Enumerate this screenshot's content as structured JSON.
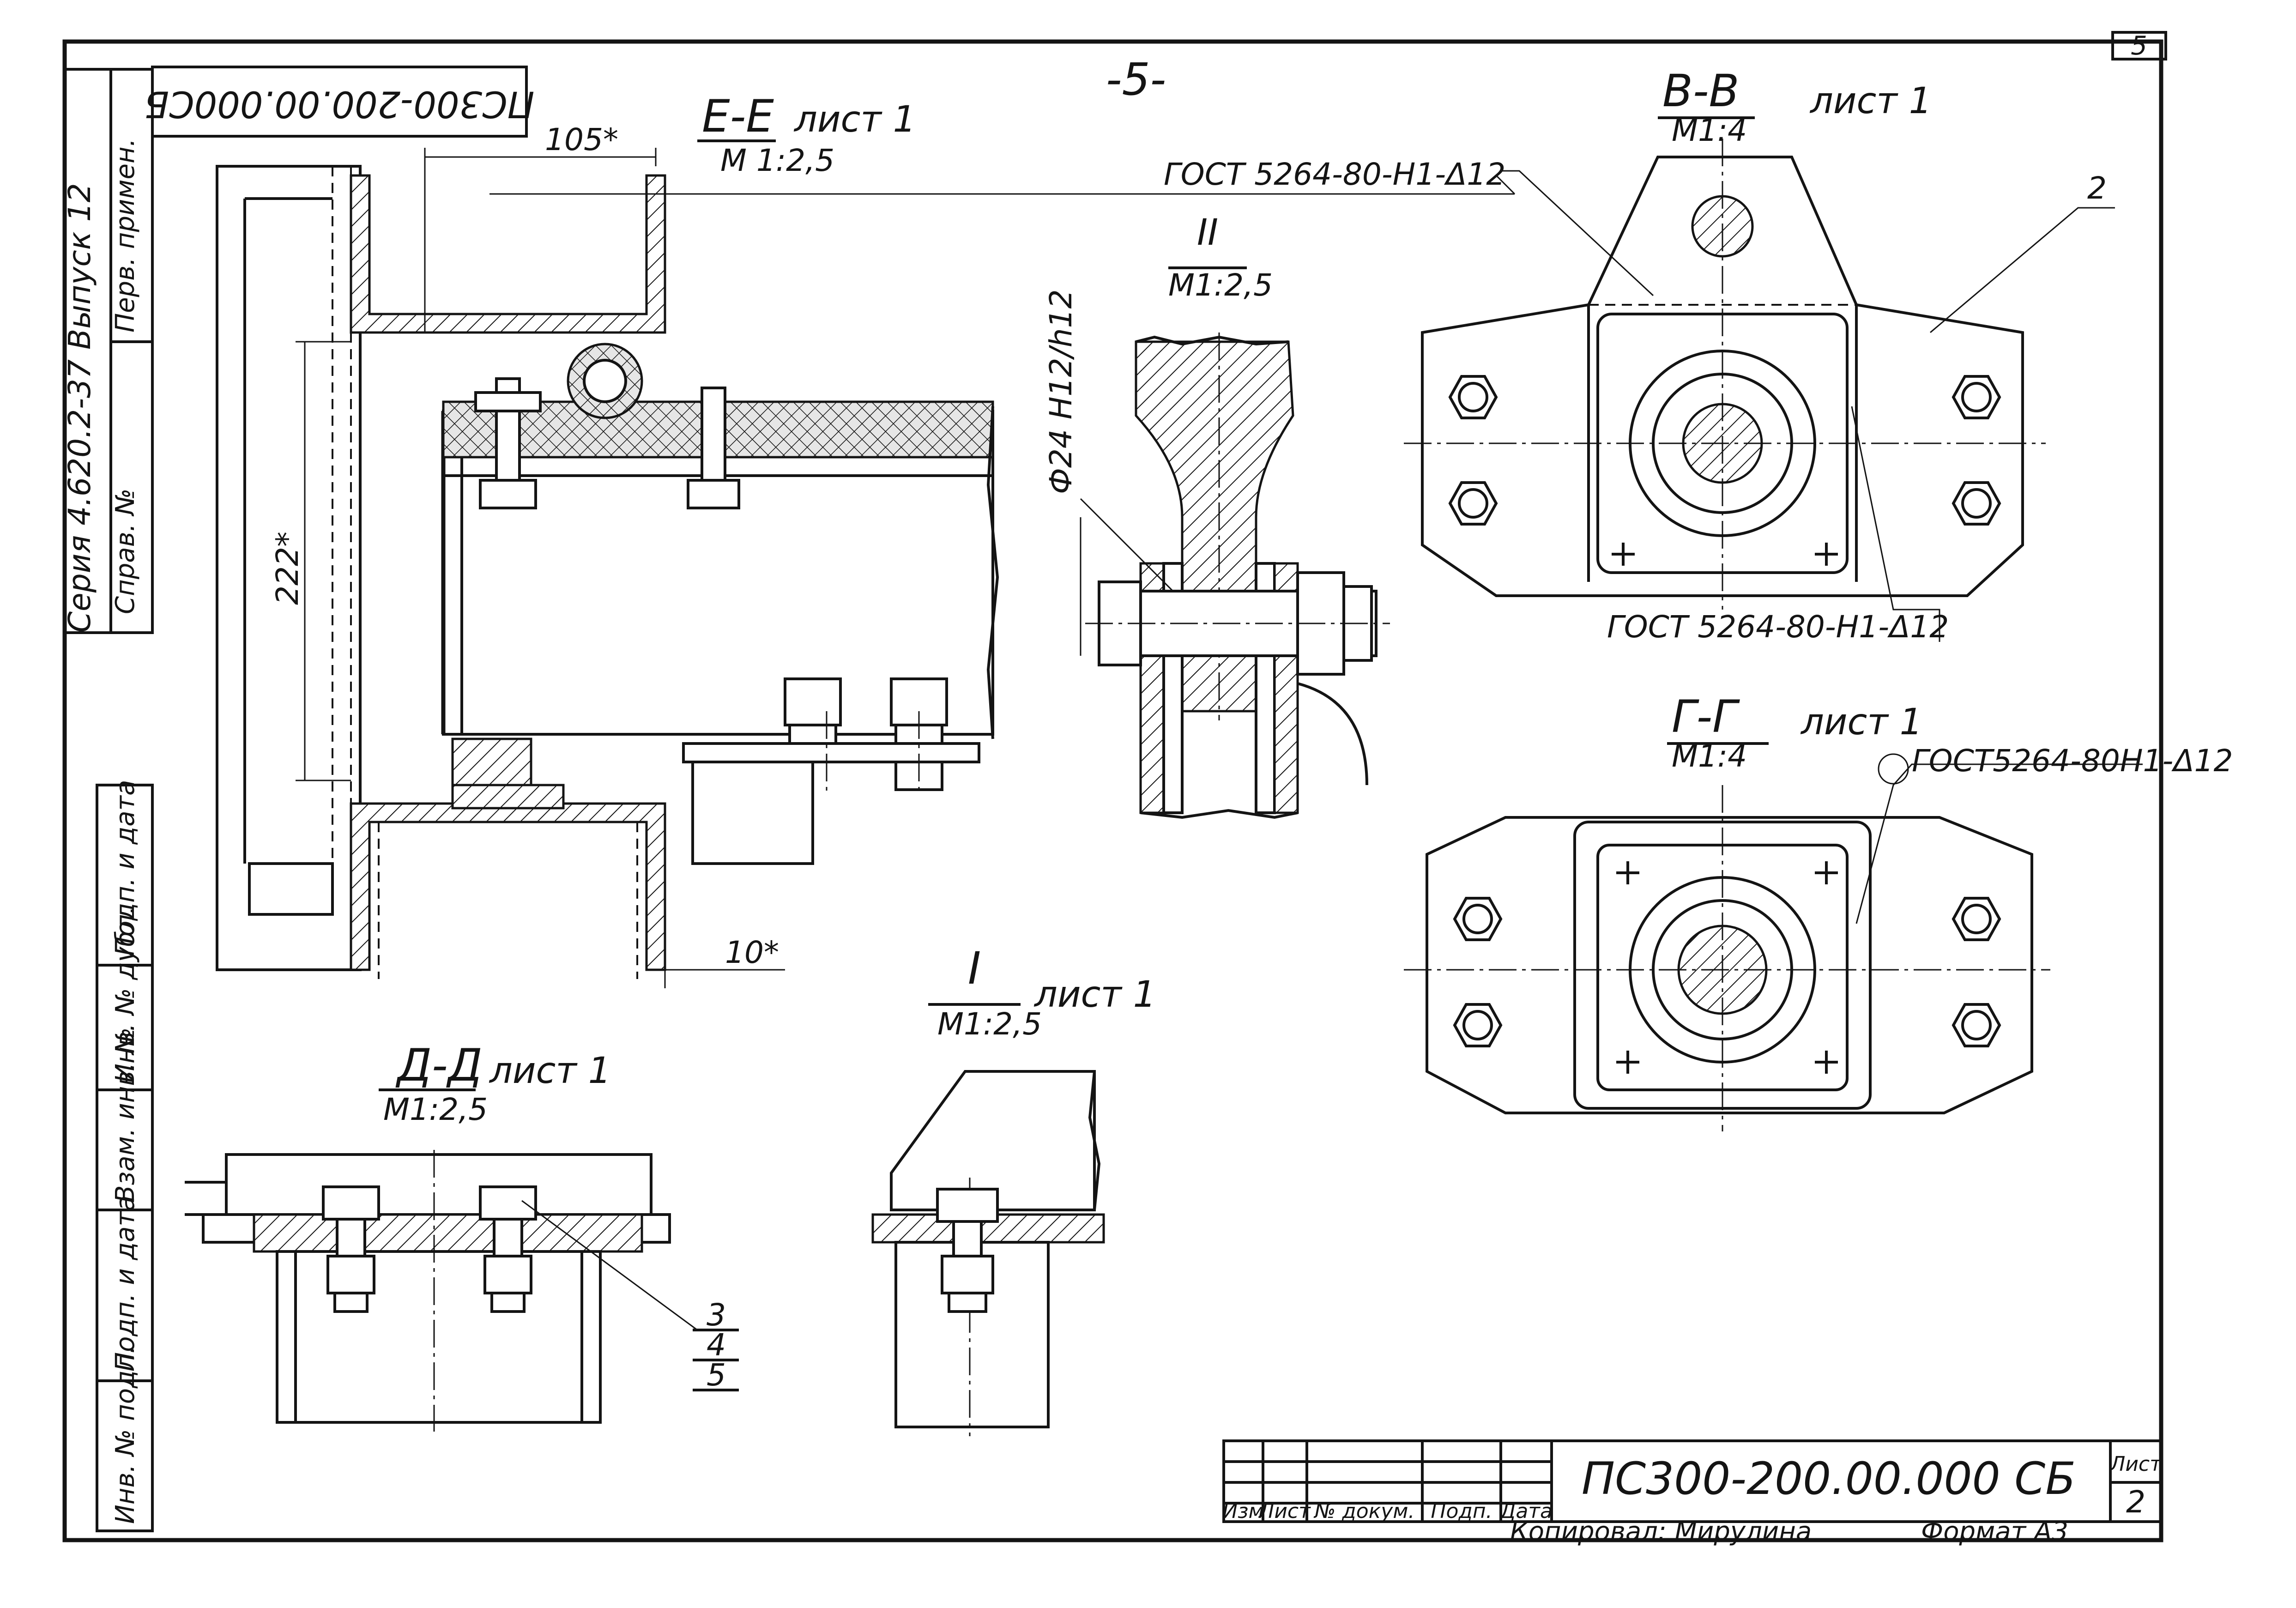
{
  "sheet": {
    "page_number": "-5-",
    "corner_sheet": "5",
    "rotated_code": "ПС300-200.00.000СБ"
  },
  "side_stamp": {
    "series": "Серия 4.620.2-37  Выпуск 12",
    "primary_use": "Перв. примен.",
    "ref_no": "Справ. №",
    "fields": [
      "Подп. и дата",
      "Инв. № дубл.",
      "Взам. инв. №",
      "Подп. и дата",
      "Инв. № подл."
    ]
  },
  "views": {
    "ee": {
      "title": "Е-Е",
      "sheet_ref": "лист 1",
      "scale": "М 1:2,5",
      "dim_top": "105*",
      "dim_side": "222*",
      "dim_bottom": "10*"
    },
    "ii": {
      "title": "II",
      "scale": "М1:2,5",
      "weld_note": "ГОСТ 5264-80-Н1-Δ12",
      "fit": "Ф24 H12/h12"
    },
    "bb": {
      "title": "В-В",
      "sheet_ref": "лист 1",
      "scale": "М1:4",
      "callout": "2",
      "weld_note": "ГОСТ 5264-80-Н1-Δ12"
    },
    "gg": {
      "title": "Г-Г",
      "sheet_ref": "лист 1",
      "scale": "М1:4",
      "weld_note": "ГОСТ5264-80Н1-Δ12"
    },
    "dd": {
      "title": "Д-Д",
      "sheet_ref": "лист 1",
      "scale": "М1:2,5",
      "callouts": [
        "3",
        "4",
        "5"
      ]
    },
    "i": {
      "title": "I",
      "sheet_ref": "лист 1",
      "scale": "М1:2,5"
    }
  },
  "title_block": {
    "designation": "ПС300-200.00.000 СБ",
    "sheet_label": "Лист",
    "sheet_no": "2",
    "headers": [
      "Изм",
      "Лист",
      "№ докум.",
      "Подп.",
      "Дата"
    ],
    "copied_by": "Копировал: Мирулина",
    "format": "Формат А3"
  }
}
